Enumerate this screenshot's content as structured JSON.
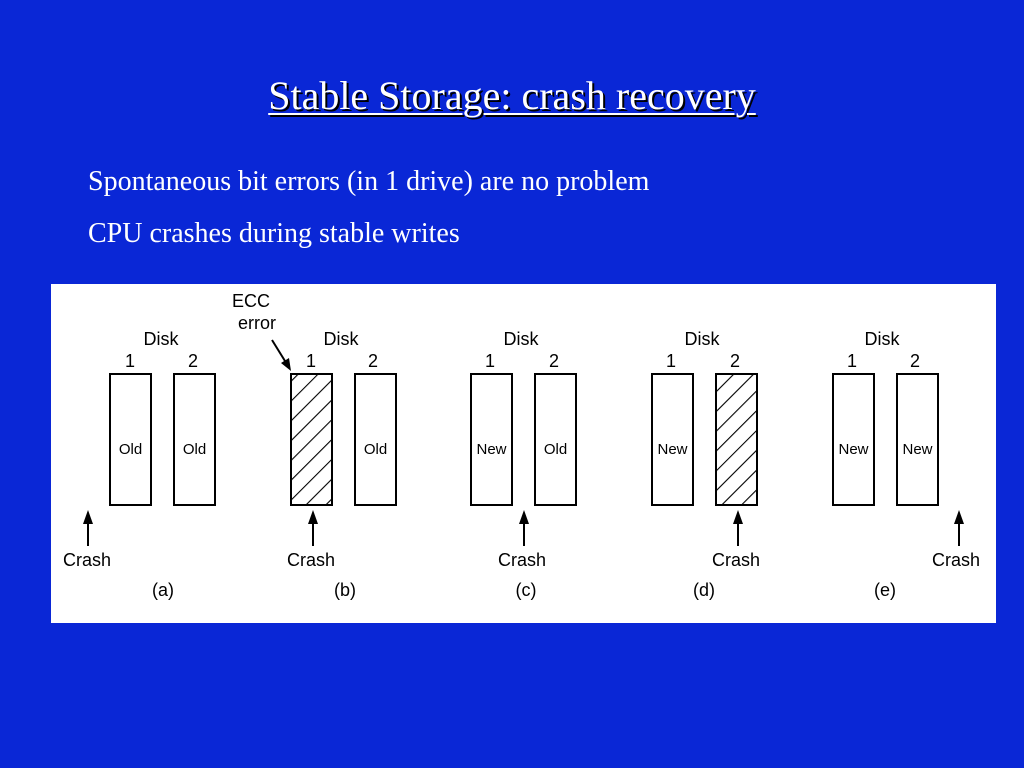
{
  "slide": {
    "title": "Stable Storage: crash recovery",
    "bullets": [
      "Spontaneous bit errors (in 1 drive) are no problem",
      "CPU crashes during stable writes"
    ]
  },
  "colors": {
    "background": "#0a27d6",
    "text": "#ffffff",
    "figure_background": "#ffffff"
  },
  "figure": {
    "disk_label": "Disk",
    "ecc_label_line1": "ECC",
    "ecc_label_line2": "error",
    "crash_label": "Crash",
    "panels": [
      {
        "caption": "(a)",
        "disk1_number": "1",
        "disk2_number": "2",
        "disk1_content": "Old",
        "disk2_content": "Old"
      },
      {
        "caption": "(b)",
        "disk1_number": "1",
        "disk2_number": "2",
        "disk1_content": "",
        "disk2_content": "Old"
      },
      {
        "caption": "(c)",
        "disk1_number": "1",
        "disk2_number": "2",
        "disk1_content": "New",
        "disk2_content": "Old"
      },
      {
        "caption": "(d)",
        "disk1_number": "1",
        "disk2_number": "2",
        "disk1_content": "New",
        "disk2_content": ""
      },
      {
        "caption": "(e)",
        "disk1_number": "1",
        "disk2_number": "2",
        "disk1_content": "New",
        "disk2_content": "New"
      }
    ]
  }
}
